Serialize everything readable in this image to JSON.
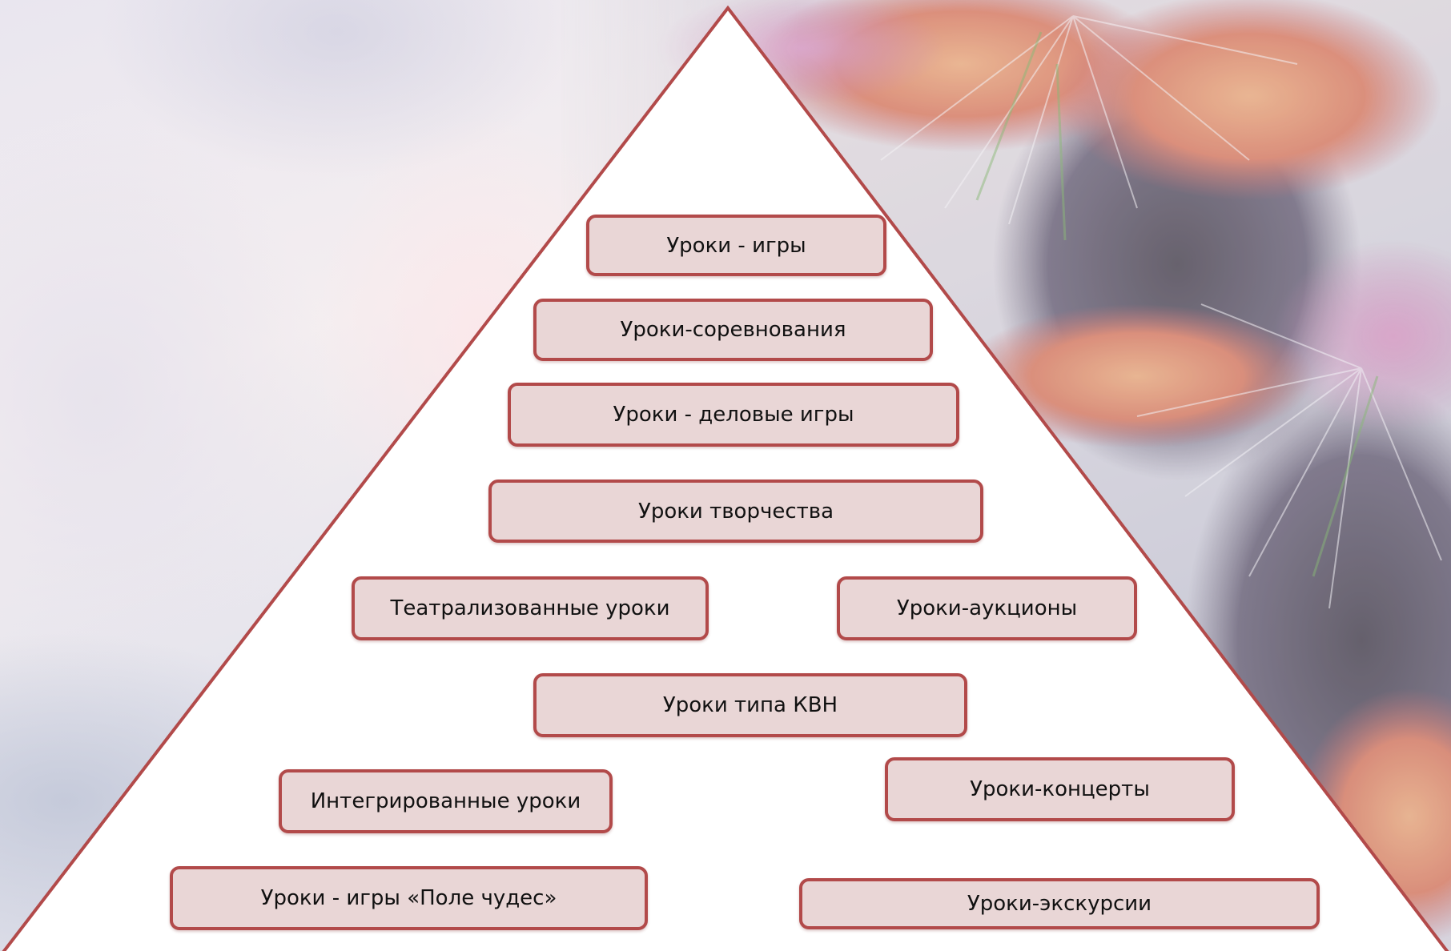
{
  "diagram": {
    "shape": "pyramid",
    "colors": {
      "outline": "#b24a4a",
      "box_fill": "#e9d6d6",
      "triangle_fill": "#ffffff"
    },
    "items": [
      {
        "label": "Уроки - игры"
      },
      {
        "label": "Уроки-соревнования"
      },
      {
        "label": "Уроки - деловые игры"
      },
      {
        "label": "Уроки творчества"
      },
      {
        "label": "Театрализованные уроки"
      },
      {
        "label": "Уроки-аукционы"
      },
      {
        "label": "Уроки типа КВН"
      },
      {
        "label": "Интегрированные уроки"
      },
      {
        "label": "Уроки-концерты"
      },
      {
        "label": "Уроки - игры «Поле чудес»"
      },
      {
        "label": "Уроки-экскурсии"
      }
    ]
  }
}
